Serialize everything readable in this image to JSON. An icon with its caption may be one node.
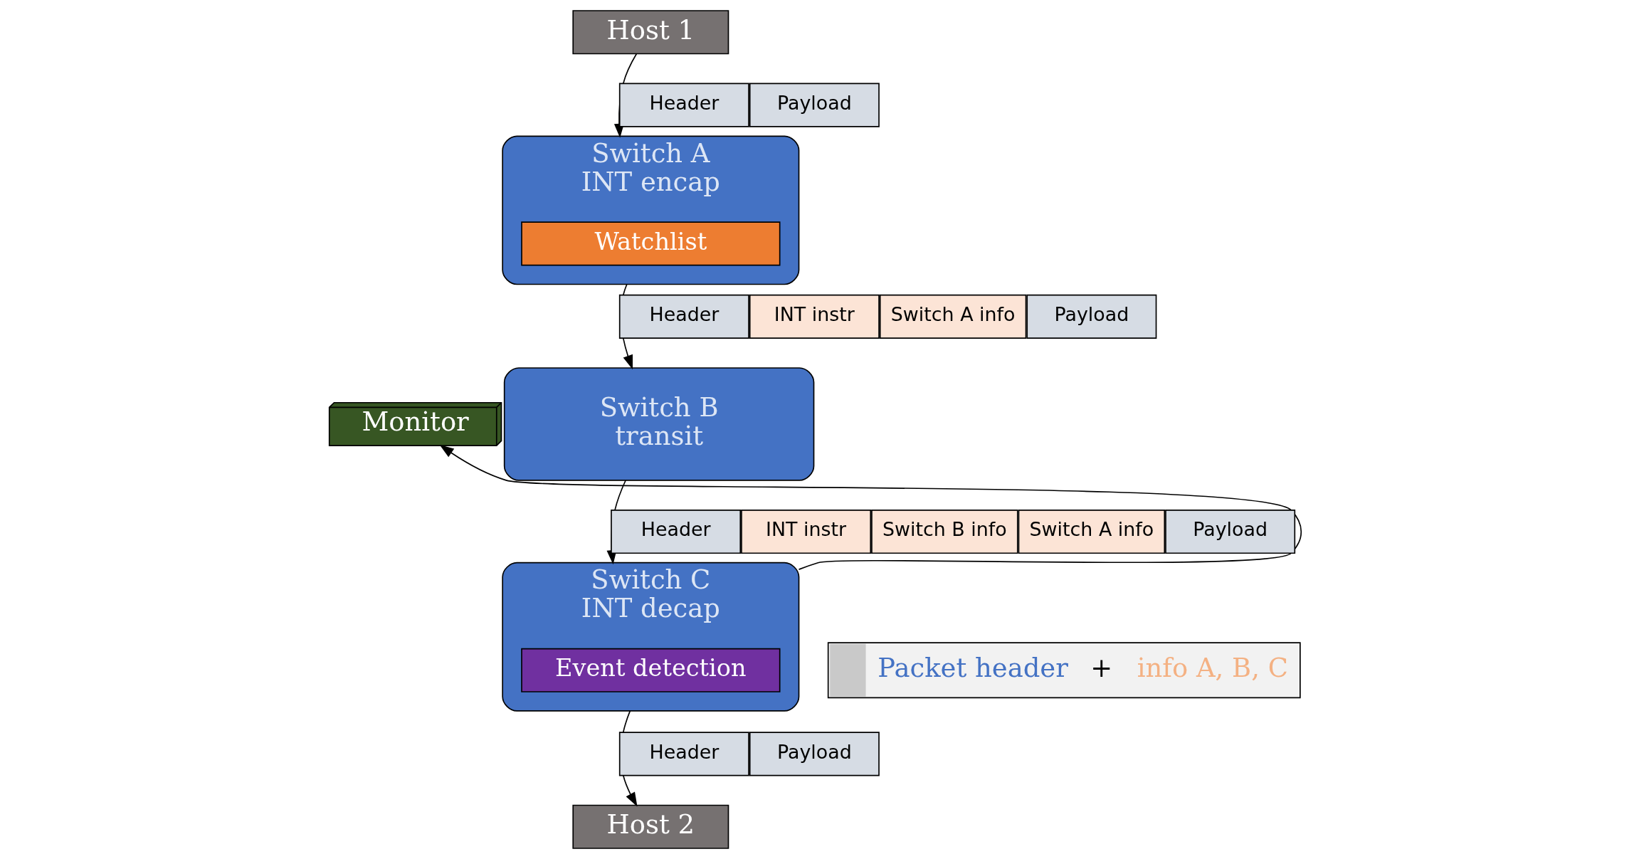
{
  "diagram": {
    "nodes": [
      {
        "text": [
          "Host 1"
        ]
      },
      {
        "text": [
          "Switch A",
          "INT encap"
        ]
      },
      {
        "text": [
          "Watchlist"
        ],
        "in": 1
      },
      {
        "text": [
          "Switch B",
          "transit"
        ]
      },
      {
        "text": [
          "Switch C",
          "INT decap"
        ]
      },
      {
        "text": [
          "Event detection"
        ],
        "in": 4
      },
      {
        "text": [
          "Host 2"
        ]
      },
      {
        "text": [
          "Monitor"
        ]
      },
      {
        "text": [
          "Header"
        ]
      },
      {
        "text": [
          "Payload"
        ]
      },
      {
        "text": [
          "Header"
        ]
      },
      {
        "text": [
          "INT instr"
        ]
      },
      {
        "text": [
          "Switch A info"
        ]
      },
      {
        "text": [
          "Payload"
        ]
      },
      {
        "text": [
          "Header"
        ]
      },
      {
        "text": [
          "INT instr"
        ]
      },
      {
        "text": [
          "Switch B info"
        ]
      },
      {
        "text": [
          "Switch A info"
        ]
      },
      {
        "text": [
          "Payload"
        ]
      },
      {
        "text": [
          "Header"
        ]
      },
      {
        "text": [
          "Payload"
        ]
      },
      {
        "text": [
          "Packet header",
          "+",
          "info A, B, C"
        ]
      }
    ],
    "edges": [
      {
        "from": 0,
        "to": 1,
        "arrow": "to"
      },
      {
        "from": 1,
        "to": 3,
        "arrow": "to"
      },
      {
        "from": 3,
        "to": 4,
        "arrow": "to"
      },
      {
        "from": 4,
        "to": 6,
        "arrow": "to"
      },
      {
        "from": 4,
        "to": 7,
        "arrow": "to"
      }
    ]
  }
}
